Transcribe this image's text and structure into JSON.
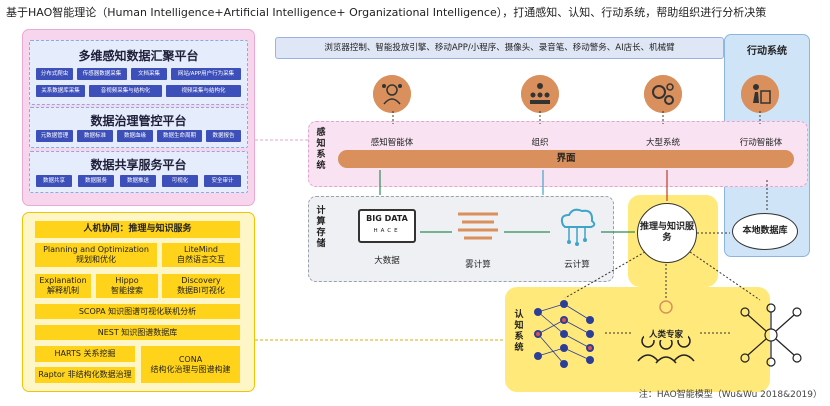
{
  "title": "基于HAO智能理论（Human Intelligence+Artificial Intelligence+ Organizational Intelligence），打通感知、认知、行动系统，帮助组织进行分析决策",
  "footnote": "注：HAO智能模型（Wu&Wu 2018&2019）",
  "left_platforms": [
    {
      "title": "多维感知数据汇聚平台",
      "chips": [
        "分布式爬虫",
        "传感器数据采集",
        "文档采集",
        "网站/APP用户行为采集",
        "关系数据库采集",
        "音视频采集与结构化",
        "视频采集与结构化"
      ]
    },
    {
      "title": "数据治理管控平台",
      "chips": [
        "元数据管理",
        "数据标准",
        "数据血缘",
        "数据生命周期",
        "数据报告"
      ]
    },
    {
      "title": "数据共享服务平台",
      "chips": [
        "数据共享",
        "数据服务",
        "数据推送",
        "可视化",
        "安全审计"
      ]
    }
  ],
  "knowledge": {
    "header": "人机协同：推理与知识服务",
    "boxes": [
      {
        "line1": "Planning and Optimization",
        "line2": "规划和优化"
      },
      {
        "line1": "LiteMind",
        "line2": "自然语言交互"
      },
      {
        "line1": "Explanation",
        "line2": "解释机制"
      },
      {
        "line1": "Hippo",
        "line2": "智能搜索"
      },
      {
        "line1": "Discovery",
        "line2": "数据BI可视化"
      },
      {
        "line1": "SCOPA 知识图谱可视化联机分析",
        "line2": ""
      },
      {
        "line1": "NEST 知识图谱数据库",
        "line2": ""
      },
      {
        "line1": "HARTS 关系挖掘",
        "line2": ""
      },
      {
        "line1": "CONA",
        "line2": "结构化治理与图谱构建"
      },
      {
        "line1": "Raptor 非结构化数据治理",
        "line2": ""
      }
    ]
  },
  "browser_bar": "浏览器控制、智能投放引擎、移动APP/小程序、摄像头、录音笔、移动警务、AI店长、机械臂",
  "action_system": "行动系统",
  "perception": {
    "label": "感知系统",
    "nodes": [
      "感知智能体",
      "组织",
      "大型系统",
      "行动智能体"
    ],
    "interface": "界面"
  },
  "compute": {
    "label": "计算存储",
    "bigdata_badge": "BIG DATA",
    "bigdata_sub": "HACE",
    "nodes": [
      "大数据",
      "雾计算",
      "云计算"
    ]
  },
  "cognition": {
    "label": "认知系统",
    "reasoning": "推理与知识服务",
    "local_db": "本地数据库",
    "expert": "人类专家"
  },
  "colors": {
    "pink": "#f7d5ec",
    "chip": "#3d4fb8",
    "yellow": "#ffd31a",
    "orange": "#d9905c",
    "blue": "#cfe4f7"
  }
}
